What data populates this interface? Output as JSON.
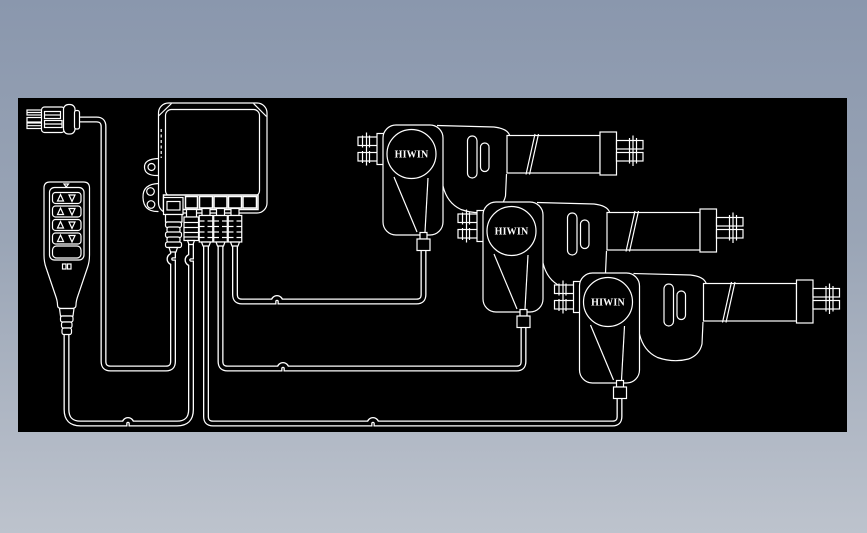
{
  "palette": {
    "workspace_top": "#8a97ad",
    "workspace_bottom": "#bdc3cd",
    "paper": "#000000",
    "line": "#ffffff"
  },
  "actuators": {
    "items": [
      {
        "logo": "HIWIN"
      },
      {
        "logo": "HIWIN"
      },
      {
        "logo": "HIWIN"
      }
    ]
  }
}
